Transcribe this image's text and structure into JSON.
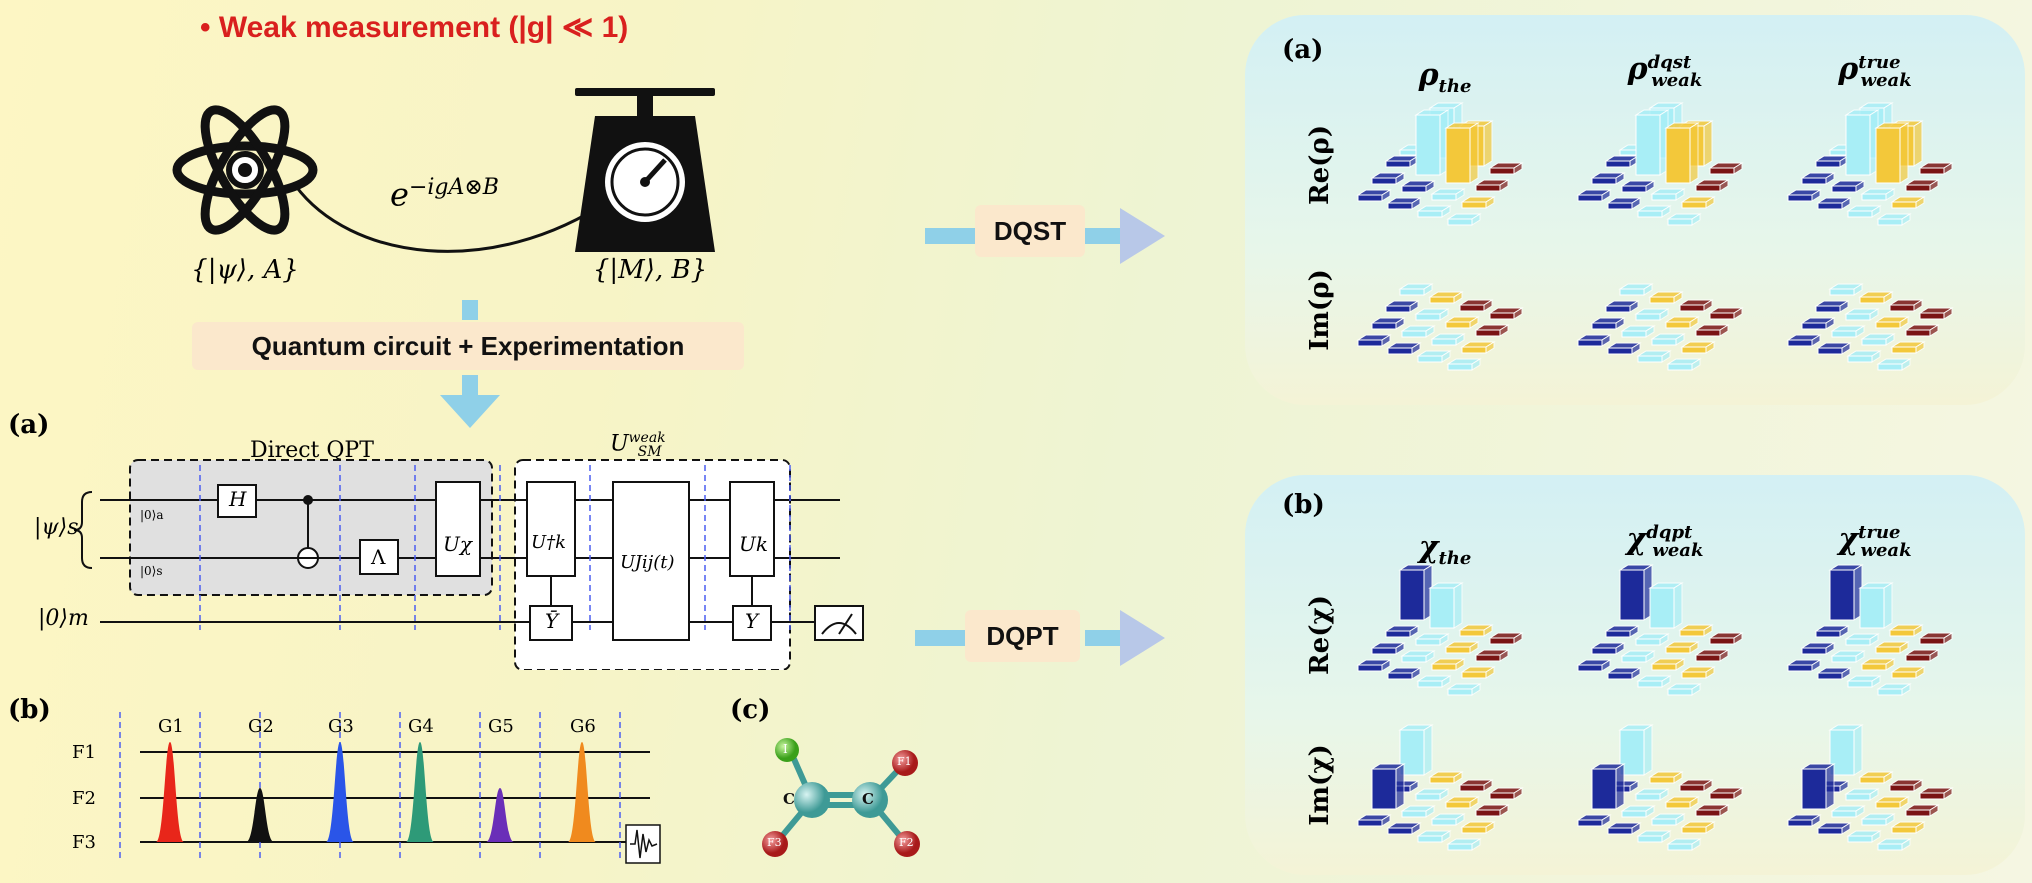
{
  "title": "• Weak measurement (|g| ≪ 1)",
  "atom": {
    "label": "{|ψ⟩, A}"
  },
  "scale": {
    "label": "{|M⟩, B}"
  },
  "interaction": "e^{-igA⊗B}",
  "interaction_text": {
    "base": "e",
    "exp": "−igA⊗B"
  },
  "middle_box": "Quantum circuit + Experimentation",
  "dqst_label": "DQST",
  "dqpt_label": "DQPT",
  "circuit": {
    "panel_label": "(a)",
    "direct_qpt": "Direct QPT",
    "usm": "U",
    "usm_sup": "weak",
    "usm_sub": "SM",
    "psi_s": "|ψ⟩s",
    "zero_m": "|0⟩m",
    "zero_a": "|0⟩a",
    "zero_s": "|0⟩s",
    "gates": {
      "H": "H",
      "Lambda": "Λ",
      "Uchi": "Uχ",
      "Ukdag": "U†k",
      "Ybar": "Ȳ",
      "Uij": "UJij(t)",
      "Uk": "Uk",
      "Y": "Y"
    }
  },
  "pulses": {
    "panel_label": "(b)",
    "G": [
      "G1",
      "G2",
      "G3",
      "G4",
      "G5",
      "G6"
    ],
    "F": [
      "F1",
      "F2",
      "F3"
    ],
    "colors": [
      "#e8261a",
      "#111111",
      "#2a55e8",
      "#2e9a78",
      "#6a2fb8",
      "#f08a1e"
    ]
  },
  "molecule": {
    "panel_label": "(c)",
    "atoms": [
      "I",
      "C",
      "C",
      "F1",
      "F2",
      "F3"
    ]
  },
  "panel_top": {
    "label": "(a)",
    "cols": [
      {
        "main": "ρ",
        "sup": "",
        "sub": "the"
      },
      {
        "main": "ρ",
        "sup": "dqst",
        "sub": "weak"
      },
      {
        "main": "ρ",
        "sup": "true",
        "sub": "weak"
      }
    ],
    "rows": [
      "Re(ρ)",
      "Im(ρ)"
    ]
  },
  "panel_bottom": {
    "label": "(b)",
    "cols": [
      {
        "main": "χ",
        "sup": "",
        "sub": "the"
      },
      {
        "main": "χ",
        "sup": "dqpt",
        "sub": "weak"
      },
      {
        "main": "χ",
        "sup": "true",
        "sub": "weak"
      }
    ],
    "rows": [
      "Re(χ)",
      "Im(χ)"
    ]
  },
  "colors": {
    "cyan": "#a8eef6",
    "yellow": "#f3c83a",
    "navy": "#1d2a9a",
    "maroon": "#7a1414",
    "red": "#d9201e"
  }
}
